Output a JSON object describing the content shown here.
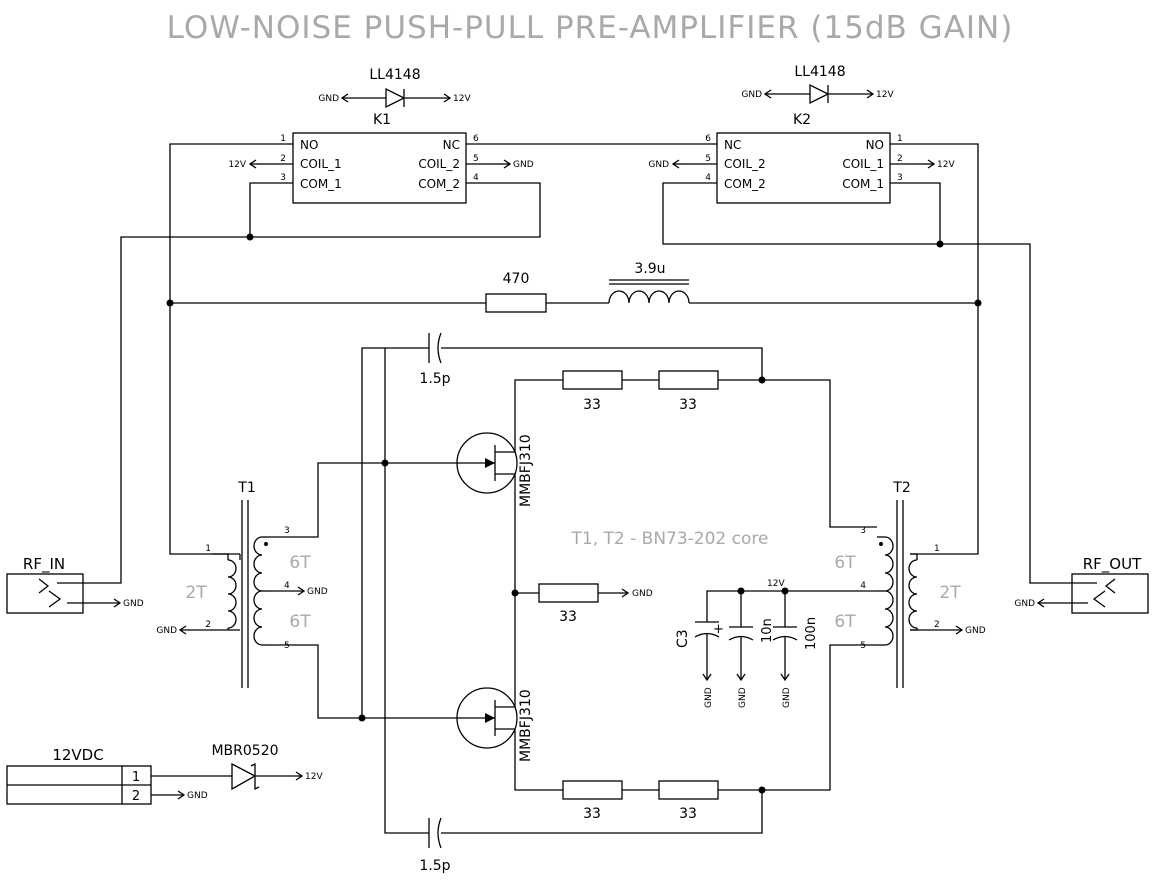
{
  "title": "LOW-NOISE PUSH-PULL PRE-AMPLIFIER (15dB GAIN)",
  "note": "T1, T2 - BN73-202 core",
  "nets": {
    "gnd": "GND",
    "v12": "12V"
  },
  "relays": {
    "k1": {
      "ref": "K1",
      "diode": "LL4148",
      "pins": [
        {
          "num": "1",
          "name": "NO"
        },
        {
          "num": "2",
          "name": "COIL_1"
        },
        {
          "num": "3",
          "name": "COM_1"
        },
        {
          "num": "6",
          "name": "NC"
        },
        {
          "num": "5",
          "name": "COIL_2"
        },
        {
          "num": "4",
          "name": "COM_2"
        }
      ]
    },
    "k2": {
      "ref": "K2",
      "diode": "LL4148",
      "pins": [
        {
          "num": "6",
          "name": "NC"
        },
        {
          "num": "5",
          "name": "COIL_2"
        },
        {
          "num": "4",
          "name": "COM_2"
        },
        {
          "num": "1",
          "name": "NO"
        },
        {
          "num": "2",
          "name": "COIL_1"
        },
        {
          "num": "3",
          "name": "COM_1"
        }
      ]
    }
  },
  "bypass": {
    "resistor": "470",
    "inductor": "3.9u"
  },
  "caps": {
    "c_top": "1.5p",
    "c_bottom": "1.5p",
    "c3_ref": "C3",
    "c3_plus": "+",
    "c10n": "10n",
    "c100n": "100n"
  },
  "resistors": {
    "top_a": "33",
    "top_b": "33",
    "mid": "33",
    "bot_a": "33",
    "bot_b": "33"
  },
  "fets": {
    "q1": "MMBFJ310",
    "q2": "MMBFJ310"
  },
  "transformers": {
    "t1": {
      "ref": "T1",
      "primary": "2T",
      "sec_top": "6T",
      "sec_bottom": "6T",
      "pins": [
        "1",
        "2",
        "3",
        "4",
        "5"
      ]
    },
    "t2": {
      "ref": "T2",
      "primary": "2T",
      "sec_top": "6T",
      "sec_bottom": "6T",
      "pins": [
        "1",
        "2",
        "3",
        "4",
        "5"
      ]
    }
  },
  "connectors": {
    "rf_in": "RF_IN",
    "rf_out": "RF_OUT",
    "power": {
      "label": "12VDC",
      "pins": [
        "1",
        "2"
      ]
    }
  },
  "diode_power": "MBR0520"
}
